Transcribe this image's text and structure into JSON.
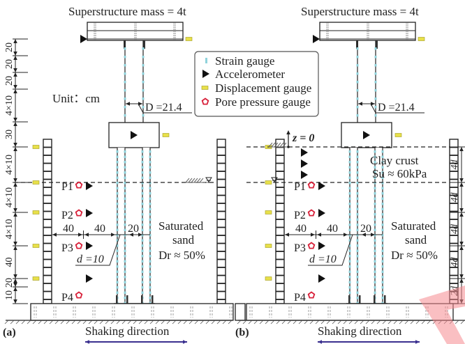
{
  "panels": [
    {
      "id": "a",
      "label": "(a)",
      "superstructure_label": "Superstructure mass = 4t",
      "diameter_label": "D =21.4",
      "unit_label": "Unit：cm",
      "soil_label_lines": [
        "Saturated",
        "sand",
        "Dr ≈ 50%"
      ],
      "pile_diameter_label": "d =10",
      "horizontal_dims": [
        "40",
        "40",
        "20"
      ],
      "vertical_dims": [
        "20",
        "20",
        "20",
        "4×10",
        "30",
        "4×10",
        "4×10",
        "4×10",
        "40",
        "20",
        "10"
      ],
      "pore_pressure_labels": [
        "P1",
        "P2",
        "P3",
        "P4"
      ],
      "shaking_label": "Shaking direction",
      "has_clay_crust": false
    },
    {
      "id": "b",
      "label": "(b)",
      "superstructure_label": "Superstructure mass = 4t",
      "diameter_label": "D =21.4",
      "z_label": "z = 0",
      "clay_label_lines": [
        "Clay crust",
        "Su ≈ 60kPa"
      ],
      "soil_label_lines": [
        "Saturated",
        "sand",
        "Dr ≈ 50%"
      ],
      "pile_diameter_label": "d =10",
      "horizontal_dims": [
        "40",
        "40",
        "20"
      ],
      "right_dims": [
        "4d",
        "4d",
        "4d",
        "4d",
        "2d"
      ],
      "pore_pressure_labels": [
        "P1",
        "P2",
        "P3",
        "P4"
      ],
      "shaking_label": "Shaking direction",
      "has_clay_crust": true
    }
  ],
  "legend": {
    "items": [
      {
        "icon": "strain-gauge-icon",
        "label": "Strain gauge"
      },
      {
        "icon": "accelerometer-icon",
        "label": "Accelerometer"
      },
      {
        "icon": "displacement-gauge-icon",
        "label": "Displacement gauge"
      },
      {
        "icon": "pore-pressure-gauge-icon",
        "label": "Pore pressure gauge"
      }
    ]
  },
  "colors": {
    "strain_gauge": "#8fd3dc",
    "accelerometer": "#111111",
    "displacement_gauge": "#e8e04a",
    "pore_pressure_gauge": "#d8213a",
    "shaking_arrow": "#3a2f8f",
    "line": "#222222"
  }
}
